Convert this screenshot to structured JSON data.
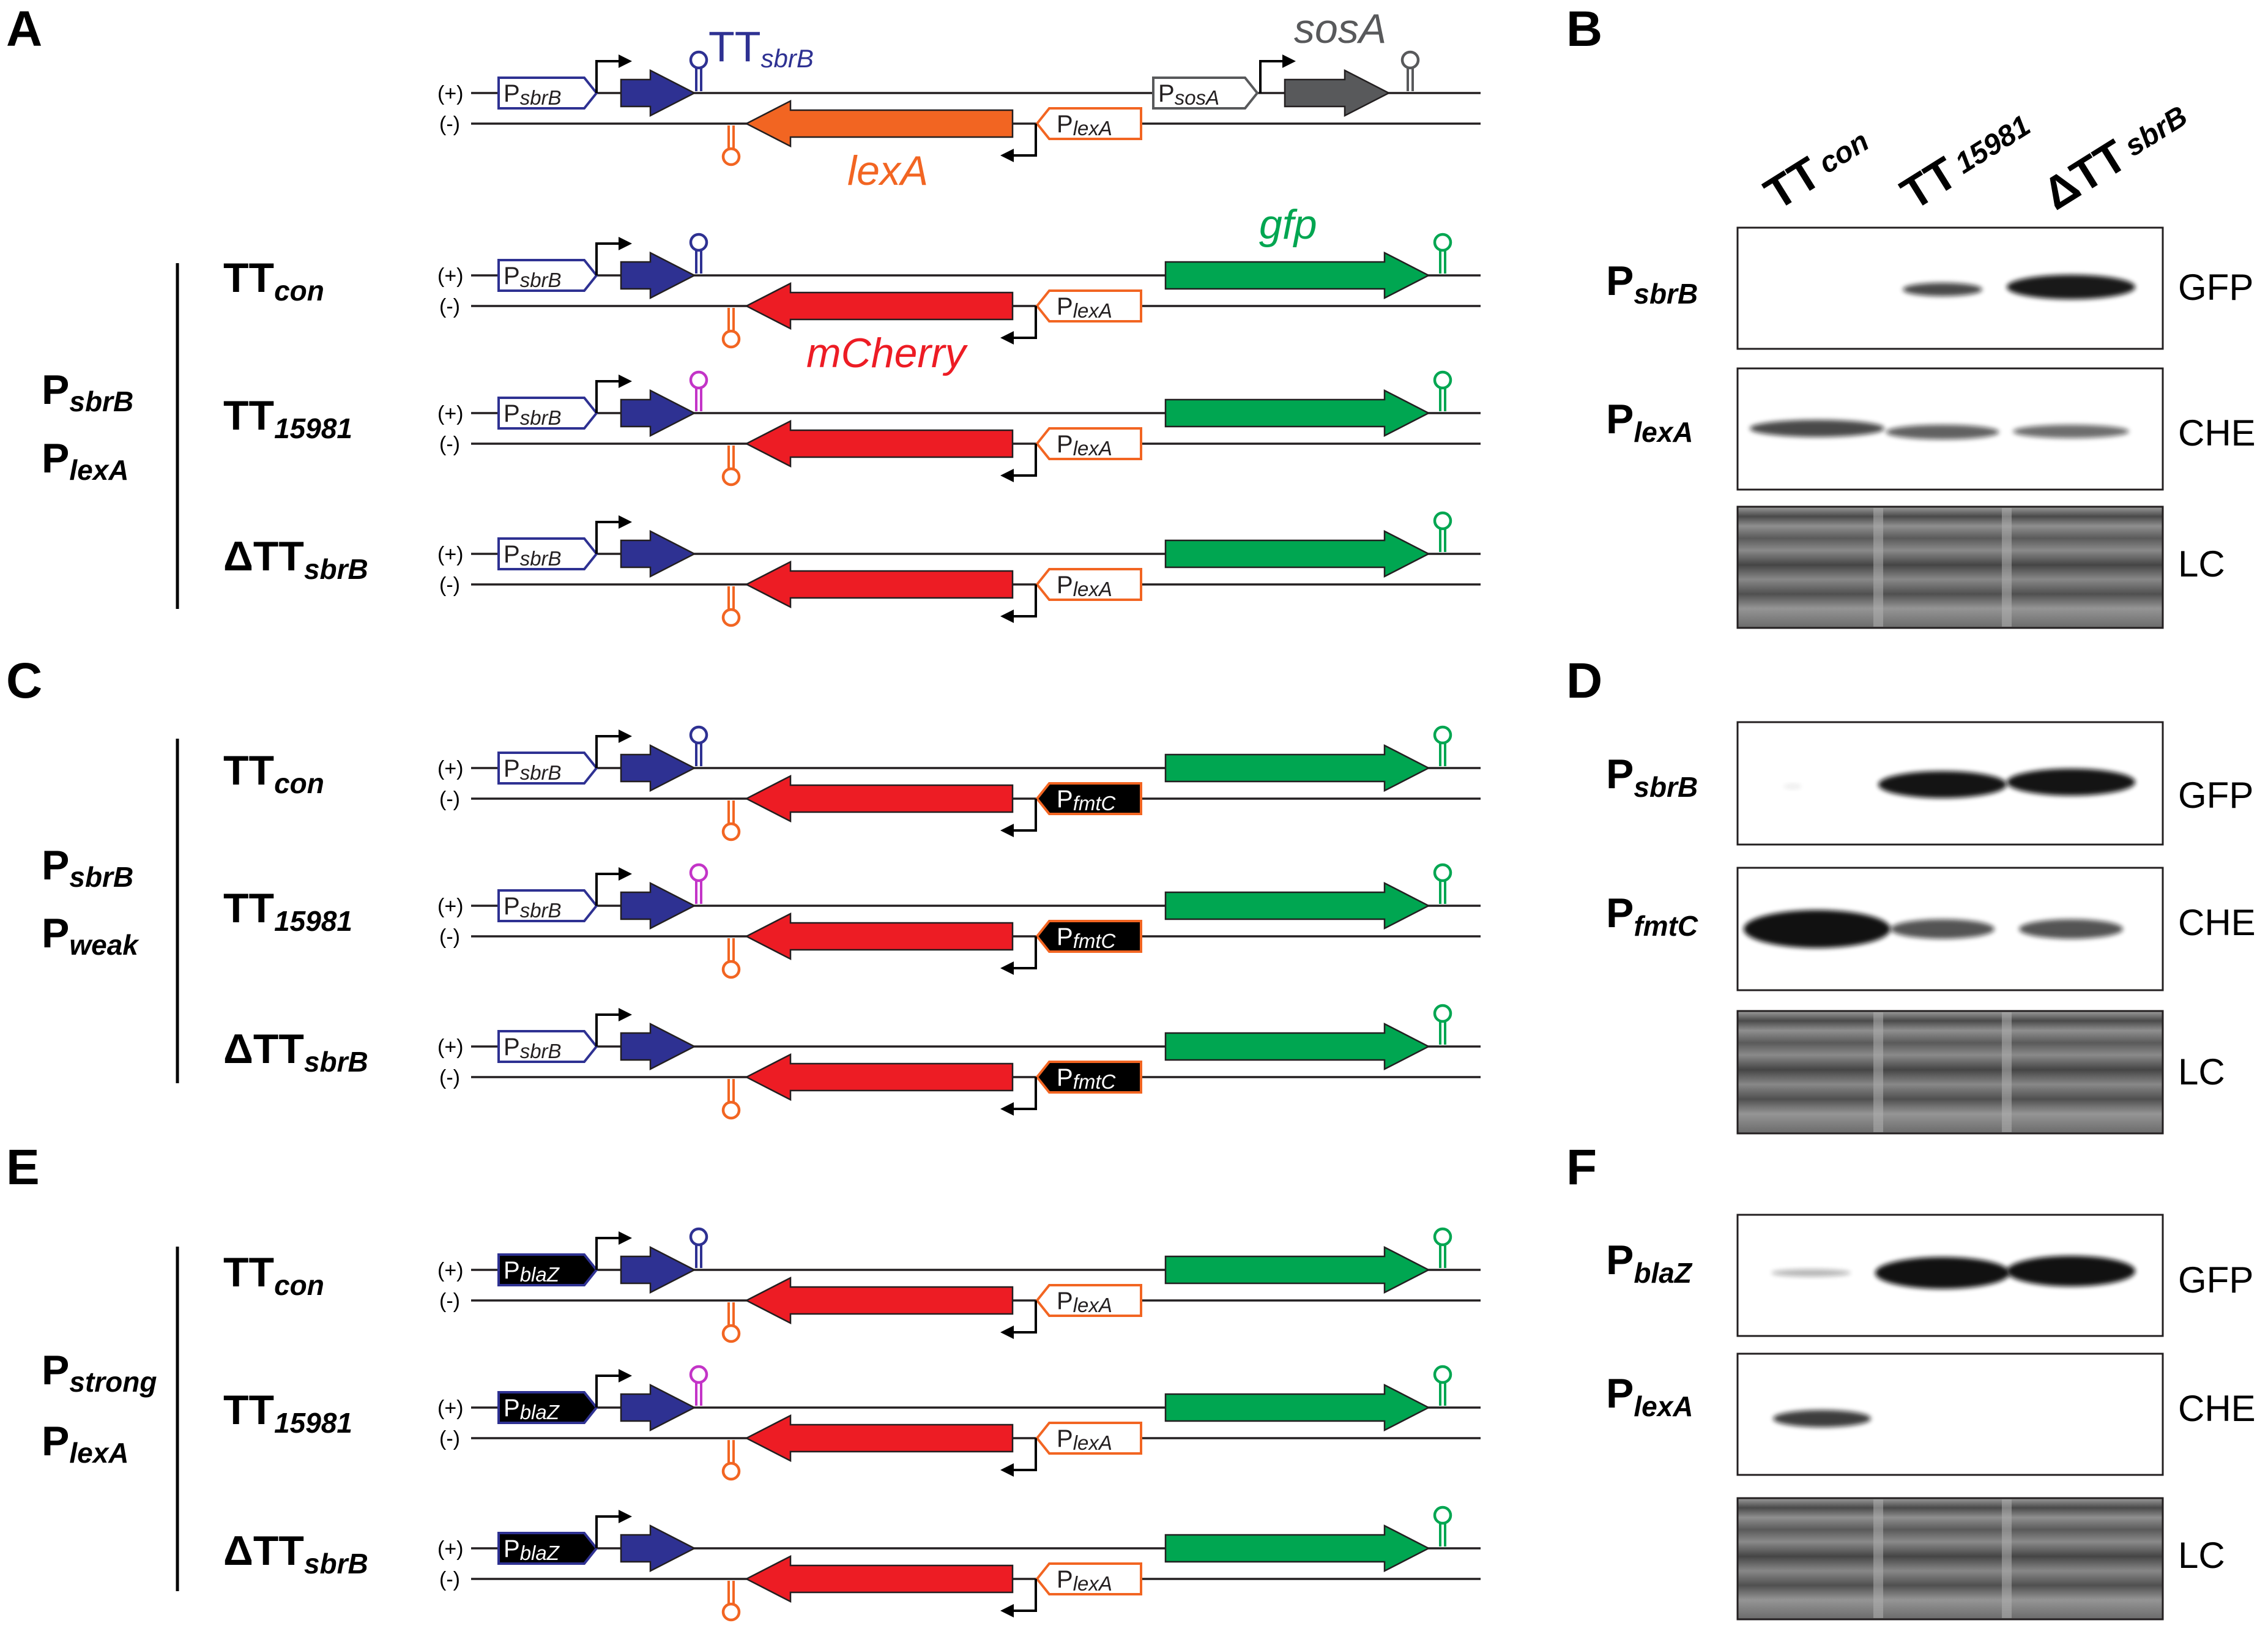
{
  "panels": {
    "A": "A",
    "B": "B",
    "C": "C",
    "D": "D",
    "E": "E",
    "F": "F"
  },
  "strand": {
    "plus": "(+)",
    "minus": "(-)"
  },
  "prom_letter": "P",
  "tt_letters": "TT",
  "delta": "Δ",
  "suffix": {
    "sbrB": "sbrB",
    "lexA": "lexA",
    "sosA": "sosA",
    "fmtC": "fmtC",
    "blaZ": "blaZ",
    "con": "con",
    "tt15981": "15981",
    "weak": "weak",
    "strong": "strong"
  },
  "genes": {
    "lexA": "lexA",
    "sosA": "sosA",
    "gfp": "gfp",
    "mCherry": "mCherry"
  },
  "blots": {
    "lanes": [
      "TT",
      "TT",
      "ΔTT"
    ],
    "lane_subs": [
      "con",
      "15981",
      "sbrB"
    ],
    "right_labels": [
      "GFP",
      "CHE",
      "LC"
    ]
  },
  "colors": {
    "blue": "#2e3192",
    "orange": "#f26522",
    "red": "#ed1c24",
    "green": "#00a651",
    "gray": "#58595b",
    "magenta": "#c334c7",
    "black": "#000000"
  }
}
